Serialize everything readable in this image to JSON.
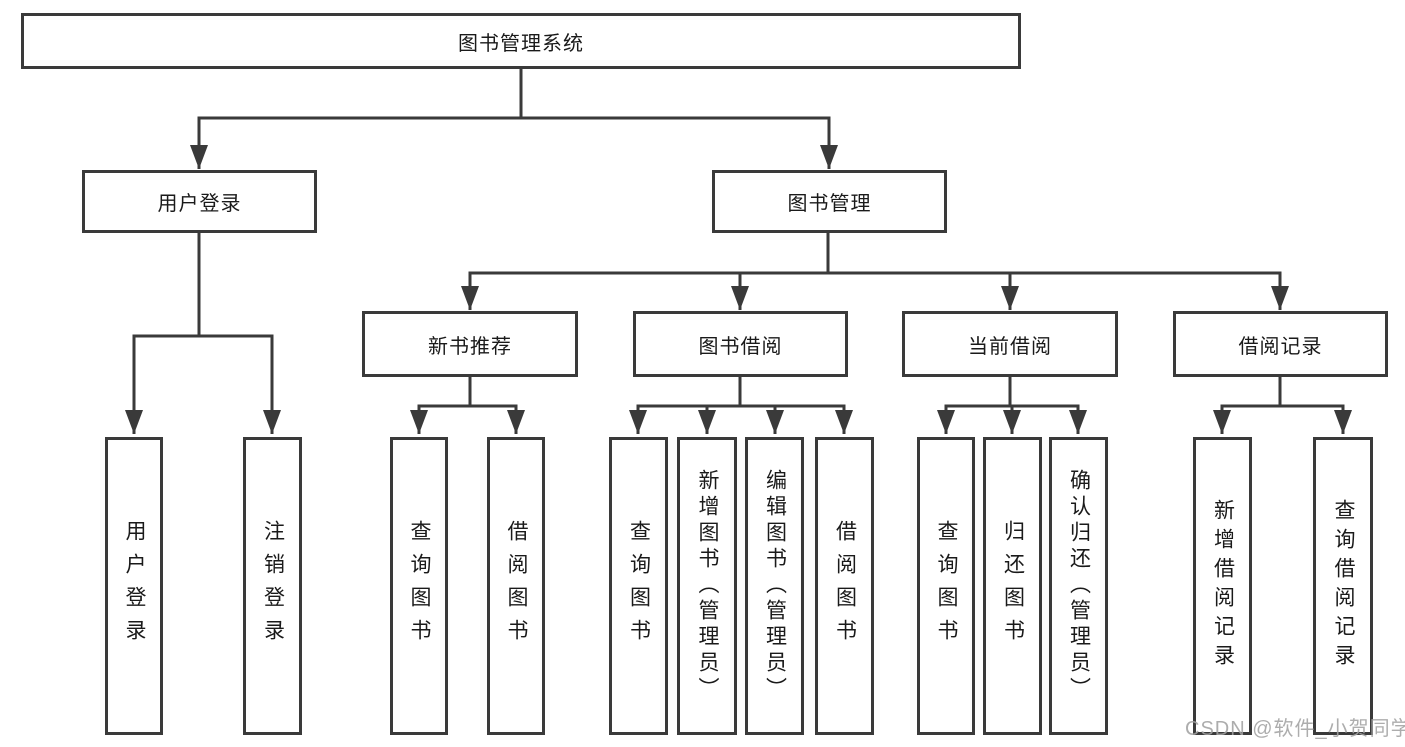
{
  "colors": {
    "line": "#3a3a3a",
    "box_border": "#3a3a3a",
    "text": "#1a1a1a",
    "watermark": "#a2a2a2",
    "background": "#ffffff"
  },
  "tree": {
    "root": {
      "label": "图书管理系统"
    },
    "branches": [
      {
        "label": "用户登录",
        "children": [
          {
            "label": "用户登录"
          },
          {
            "label": "注销登录"
          }
        ]
      },
      {
        "label": "图书管理",
        "children": [
          {
            "label": "新书推荐",
            "children": [
              {
                "label": "查询图书"
              },
              {
                "label": "借阅图书"
              }
            ]
          },
          {
            "label": "图书借阅",
            "children": [
              {
                "label": "查询图书"
              },
              {
                "label": "新增图书（管理员）"
              },
              {
                "label": "编辑图书（管理员）"
              },
              {
                "label": "借阅图书"
              }
            ]
          },
          {
            "label": "当前借阅",
            "children": [
              {
                "label": "查询图书"
              },
              {
                "label": "归还图书"
              },
              {
                "label": "确认归还（管理员）"
              }
            ]
          },
          {
            "label": "借阅记录",
            "children": [
              {
                "label": "新增借阅记录"
              },
              {
                "label": "查询借阅记录"
              }
            ]
          }
        ]
      }
    ]
  },
  "watermark": "CSDN @软件_小贺同学"
}
